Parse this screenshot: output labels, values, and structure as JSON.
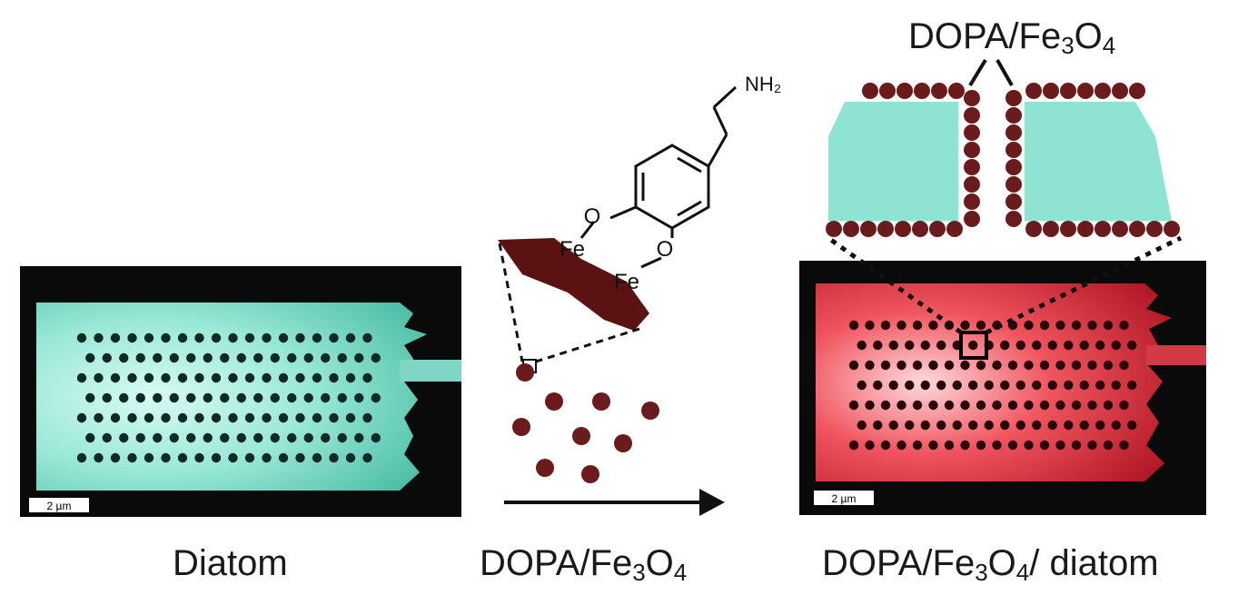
{
  "captions": {
    "diatom": "Diatom",
    "reagent_main": "DOPA/Fe",
    "reagent_sub3": "3",
    "reagent_o": "O",
    "reagent_sub4": "4",
    "product_main": "DOPA/Fe",
    "product_sub3": "3",
    "product_o": "O",
    "product_sub4": "4",
    "product_tail": "/ diatom"
  },
  "top_label": {
    "main": "DOPA/Fe",
    "sub3": "3",
    "o": "O",
    "sub4": "4"
  },
  "molecule": {
    "amine": "NH₂",
    "fe1": "Fe",
    "fe2": "Fe",
    "o1": "O",
    "o2": "O"
  },
  "scale_bars": {
    "left": "2 µm",
    "right": "2 µm"
  },
  "colors": {
    "diatom_cyan": "#8fe3d2",
    "diatom_red": "#e8303c",
    "particle": "#6b1b1b",
    "fe3o4_sheet": "#5a1212",
    "dark_bg": "#0a0a0a"
  }
}
